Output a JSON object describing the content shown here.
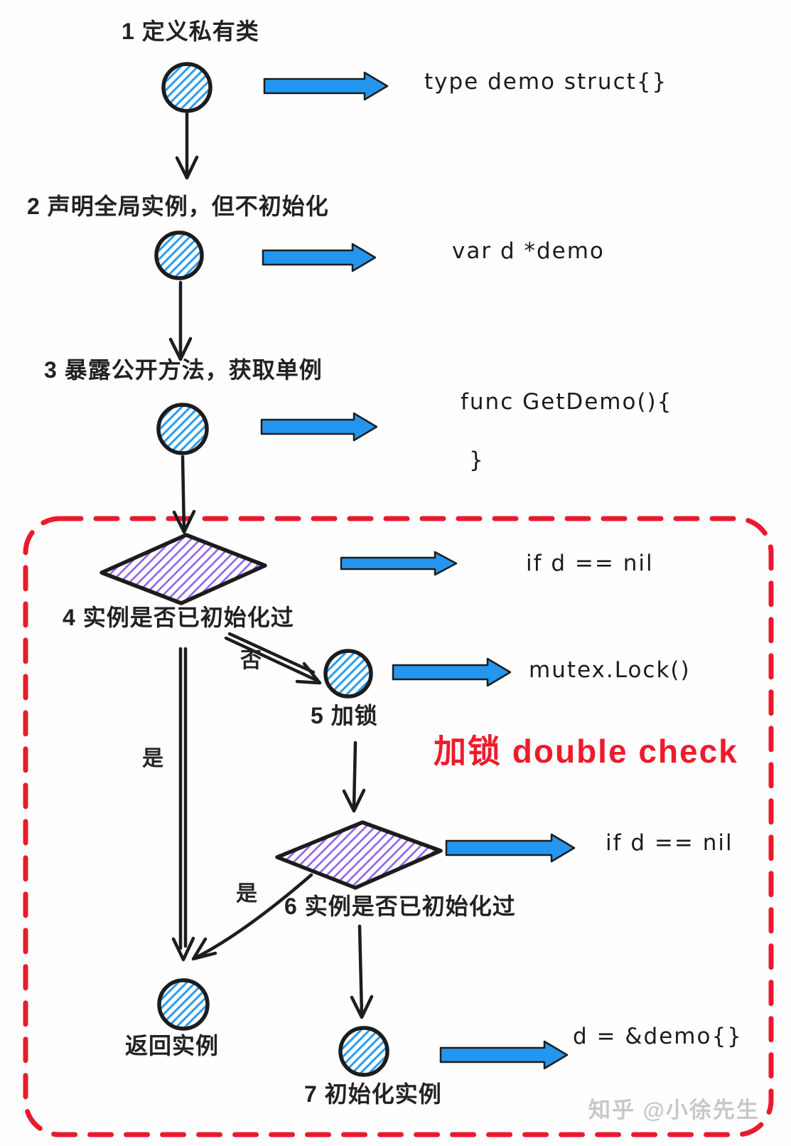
{
  "steps": [
    {
      "num_label": "1 定义私有类",
      "code": "type demo struct{}"
    },
    {
      "num_label": "2 声明全局实例，但不初始化",
      "code": "var d *demo"
    },
    {
      "num_label": "3 暴露公开方法，获取单例",
      "code": "func GetDemo(){",
      "code_close": "}"
    },
    {
      "num_label": "4 实例是否已初始化过",
      "code": "if d == nil"
    },
    {
      "num_label": "5 加锁",
      "code": "mutex.Lock()"
    },
    {
      "num_label": "6 实例是否已初始化过",
      "code": "if d == nil"
    },
    {
      "num_label": "7 初始化实例",
      "code": "d = &demo{}"
    }
  ],
  "branches": {
    "no_outer": "否",
    "yes_outer": "是",
    "yes_inner": "是"
  },
  "return_node_label": "返回实例",
  "annotation": "加锁 double check",
  "watermark": "知乎 @小徐先生",
  "colors": {
    "node_hatch_blue": "#2b9cf2",
    "diamond_hatch_purple": "#9065ee",
    "arrow_blue": "#2496ef",
    "frame_red": "#e81b2d",
    "annotation_red": "#ed1b2c",
    "ink_black": "#1d1d1d",
    "watermark_gray": "#c8c8c8"
  }
}
